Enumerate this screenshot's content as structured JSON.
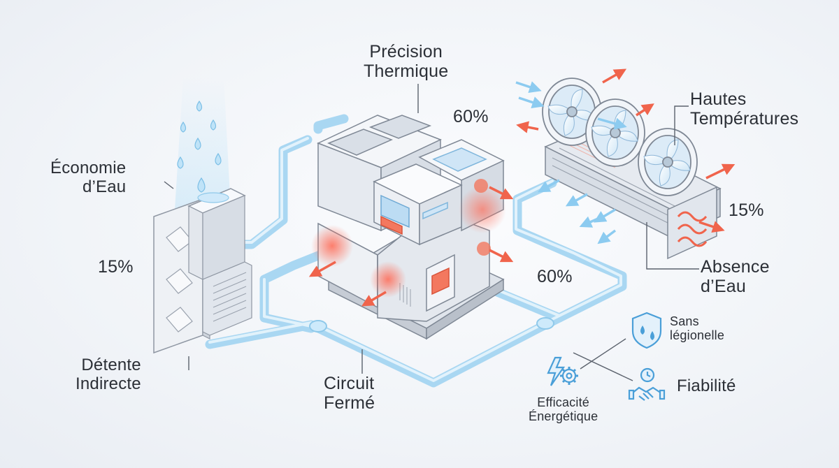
{
  "labels": {
    "precision": [
      "Précision",
      "Thermique"
    ],
    "hautes": [
      "Hautes",
      "Températures"
    ],
    "economie": [
      "Économie",
      "d’Eau"
    ],
    "detente": [
      "Détente",
      "Indirecte"
    ],
    "circuit": [
      "Circuit",
      "Fermé"
    ],
    "absence": [
      "Absence",
      "d’Eau"
    ],
    "sans_legionelle": [
      "Sans",
      "légionelle"
    ],
    "fiabilite": "Fiabilité",
    "efficacite": [
      "Efficacité",
      "Énergétique"
    ]
  },
  "percentages": {
    "center_top": "60%",
    "center_right": "60%",
    "left": "15%",
    "right": "15%"
  },
  "icons": [
    "water-drops-icon",
    "shield-drops-icon",
    "clock-handshake-icon",
    "lightning-gear-icon"
  ],
  "colors": {
    "pipe": "#a9d7f2",
    "heat": "#f0644c",
    "air": "#8ccbf0",
    "ink": "#2b2f36",
    "icon": "#4a9fd8"
  }
}
